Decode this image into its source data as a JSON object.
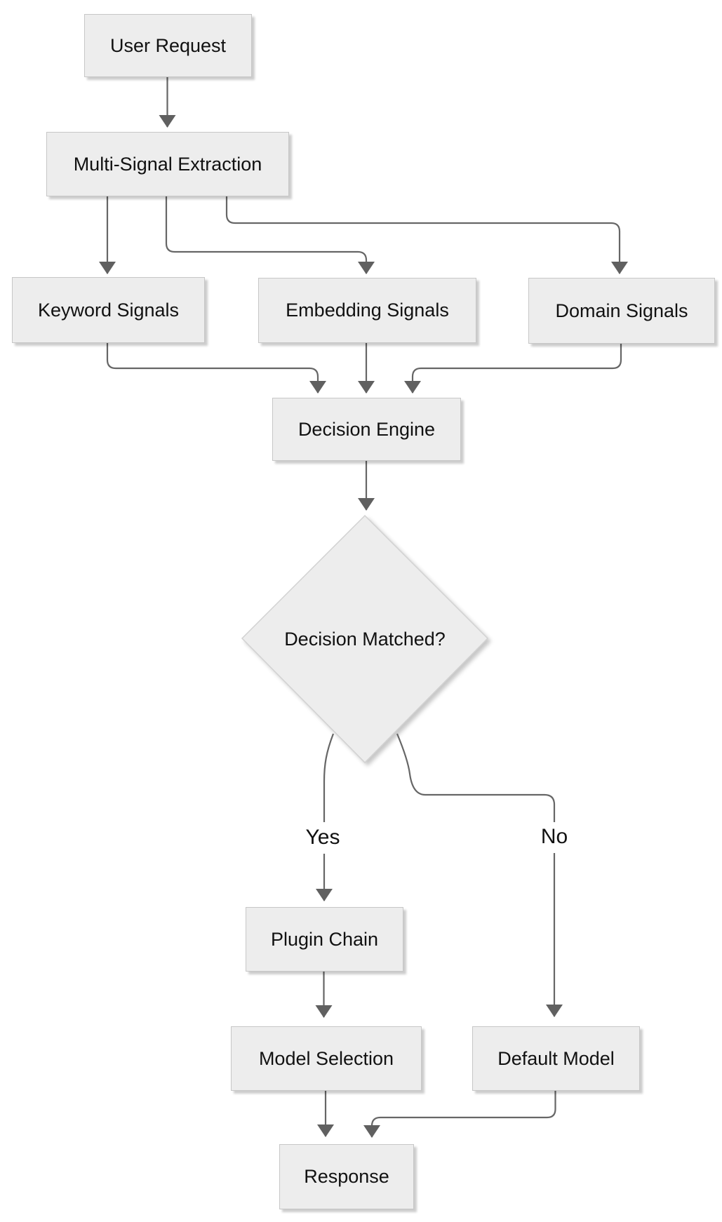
{
  "nodes": {
    "user_request": {
      "label": "User Request"
    },
    "multi_signal": {
      "label": "Multi-Signal Extraction"
    },
    "keyword": {
      "label": "Keyword Signals"
    },
    "embedding": {
      "label": "Embedding Signals"
    },
    "domain": {
      "label": "Domain Signals"
    },
    "decision_engine": {
      "label": "Decision Engine"
    },
    "decision": {
      "label": "Decision Matched?"
    },
    "plugin_chain": {
      "label": "Plugin Chain"
    },
    "model_selection": {
      "label": "Model Selection"
    },
    "default_model": {
      "label": "Default Model"
    },
    "response": {
      "label": "Response"
    }
  },
  "edge_labels": {
    "yes": "Yes",
    "no": "No"
  },
  "edges": [
    {
      "from": "User Request",
      "to": "Multi-Signal Extraction"
    },
    {
      "from": "Multi-Signal Extraction",
      "to": "Keyword Signals"
    },
    {
      "from": "Multi-Signal Extraction",
      "to": "Embedding Signals"
    },
    {
      "from": "Multi-Signal Extraction",
      "to": "Domain Signals"
    },
    {
      "from": "Keyword Signals",
      "to": "Decision Engine"
    },
    {
      "from": "Embedding Signals",
      "to": "Decision Engine"
    },
    {
      "from": "Domain Signals",
      "to": "Decision Engine"
    },
    {
      "from": "Decision Engine",
      "to": "Decision Matched?"
    },
    {
      "from": "Decision Matched?",
      "to": "Plugin Chain",
      "label": "Yes"
    },
    {
      "from": "Decision Matched?",
      "to": "Default Model",
      "label": "No"
    },
    {
      "from": "Plugin Chain",
      "to": "Model Selection"
    },
    {
      "from": "Model Selection",
      "to": "Response"
    },
    {
      "from": "Default Model",
      "to": "Response"
    }
  ],
  "colors": {
    "background": "#ffffff",
    "node_fill": "#ededed",
    "node_border": "#c7c7c7",
    "edge_stroke": "#666666",
    "arrowhead": "#606060",
    "text": "#111111"
  }
}
